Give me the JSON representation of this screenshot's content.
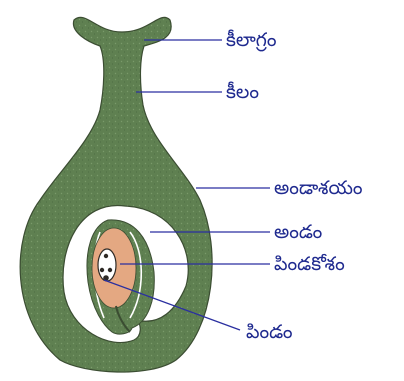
{
  "diagram": {
    "colors": {
      "pistil_green": "#5f8051",
      "pistil_outline": "#3b4d32",
      "ovule_tan": "#e4a882",
      "nucellus_dark": "#2e2a26",
      "cavity_white": "#ffffff",
      "label_line": "#2a2fa0",
      "label_text": "#1f2a8f"
    },
    "labels": {
      "stigma": "కీలాగ్రం",
      "style": "కీలం",
      "ovary": "అండాశయం",
      "ovule": "అండం",
      "embryo_sac": "పిండకోశం",
      "embryo": "పిండం"
    }
  }
}
